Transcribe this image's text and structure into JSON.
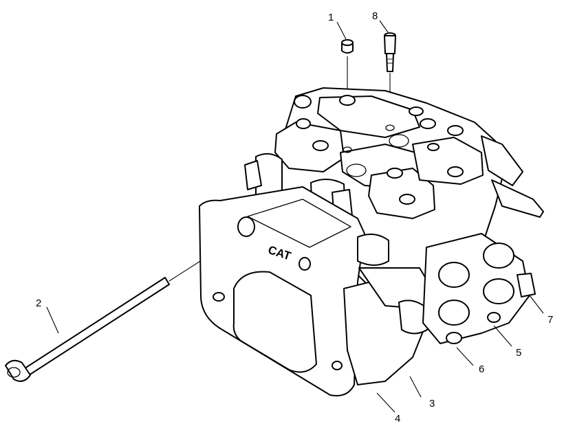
{
  "diagram": {
    "brand_mark": "CAT",
    "callouts": [
      {
        "id": "1",
        "label": "1"
      },
      {
        "id": "2",
        "label": "2"
      },
      {
        "id": "3",
        "label": "3"
      },
      {
        "id": "4",
        "label": "4"
      },
      {
        "id": "5",
        "label": "5"
      },
      {
        "id": "6",
        "label": "6"
      },
      {
        "id": "7",
        "label": "7"
      },
      {
        "id": "8",
        "label": "8"
      }
    ]
  }
}
